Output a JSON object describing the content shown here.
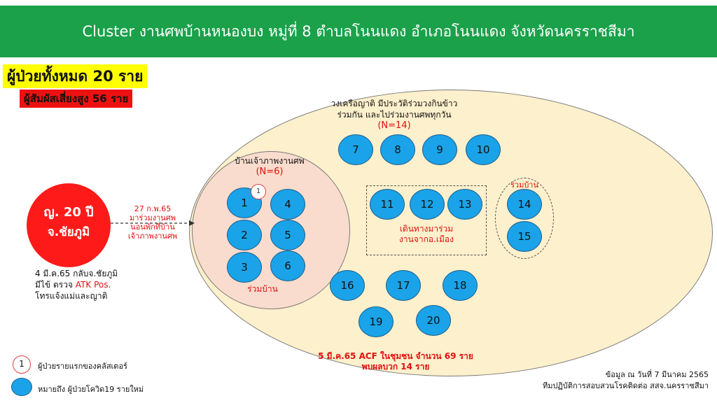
{
  "header": {
    "title": "Cluster งานศพบ้านหนองบง หมู่ที่ 8 ตำบลโนนแดง อำเภอโนนแดง จังหวัดนครราชสีมา"
  },
  "summary": {
    "total_patients": "ผู้ป่วยทั้งหมด 20 ราย",
    "high_risk_contacts": "ผู้สัมผัสเสี่ยงสูง 56 ราย"
  },
  "index_case": {
    "line1": "ญ. 20 ปี",
    "line2": "จ.ชัยภูมิ",
    "note_line1": "4 มี.ค.65 กลับจ.ชัยภูมิ",
    "note_line2_prefix": "มีไข้ ตรวจ ",
    "note_line2_highlight": "ATK Pos.",
    "note_line3": "โทรแจ้งแม่และญาติ"
  },
  "arrow_label": {
    "line1": "27 ก.พ.65",
    "line2": "มาร่วมงานศพ",
    "line3": "นอนพักที่บ้าน",
    "line4": "เจ้าภาพงานศพ"
  },
  "relatives_group": {
    "line1": "วงเครือญาติ มีประวัติร่วมวงกินข้าว",
    "line2": "ร่วมกัน และไปร่วมงานศพทุกวัน",
    "count": "(N=14)"
  },
  "host_group": {
    "title": "บ้านเจ้าภาพงานศพ",
    "count": "(N=6)",
    "footer": "ร่วมบ้าน"
  },
  "travel_group": {
    "line1": "เดินทางมาร่วม",
    "line2": "งานจากอ.เมือง"
  },
  "house_group": {
    "label": "ร่วมบ้าน"
  },
  "first_case_marker": "1",
  "cases": [
    {
      "label": "1"
    },
    {
      "label": "2"
    },
    {
      "label": "3"
    },
    {
      "label": "4"
    },
    {
      "label": "5"
    },
    {
      "label": "6"
    },
    {
      "label": "7"
    },
    {
      "label": "8"
    },
    {
      "label": "9"
    },
    {
      "label": "10"
    },
    {
      "label": "11"
    },
    {
      "label": "12"
    },
    {
      "label": "13"
    },
    {
      "label": "14"
    },
    {
      "label": "15"
    },
    {
      "label": "16"
    },
    {
      "label": "17"
    },
    {
      "label": "18"
    },
    {
      "label": "19"
    },
    {
      "label": "20"
    }
  ],
  "acf_note": {
    "line1": "5 มี.ค.65 ACF ในชุมชน จำนวน 69 ราย",
    "line2": "พบผลบวก 14 ราย"
  },
  "legend": {
    "first_case_icon": "1",
    "first_case": "ผู้ป่วยรายแรกของคลัสเตอร์",
    "new_case": "หมายถึง ผู้ป่วยโควิด19 รายใหม่"
  },
  "source": {
    "line1": "ข้อมูล ณ วันที่ 7 มีนาคม 2565",
    "line2": "ทีมปฏิบัติการสอบสวนโรคติดต่อ สสจ.นครราชสีมา"
  },
  "colors": {
    "header_bg": "#1aa14a",
    "case_dot": "#1aa3e8",
    "index_case": "#ff1a1a",
    "outer_ellipse": "#fdf0cc",
    "host_circle": "#f9dccd",
    "highlight_red": "#e01010"
  }
}
